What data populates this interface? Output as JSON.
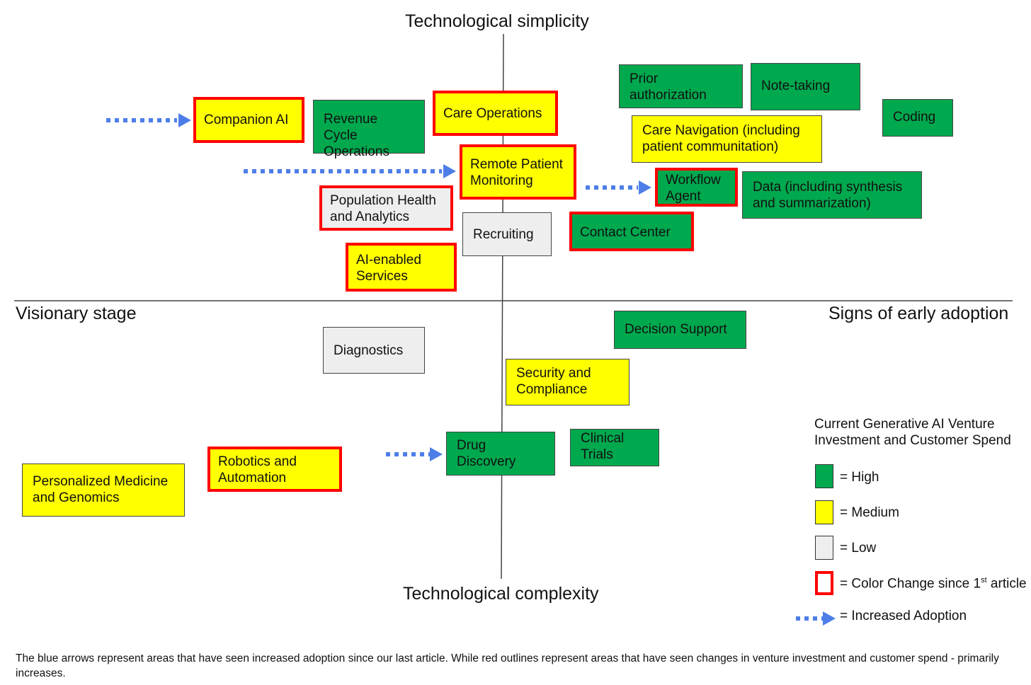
{
  "axes": {
    "top": "Technological simplicity",
    "bottom": "Technological complexity",
    "left": "Visionary stage",
    "right": "Signs of early adoption"
  },
  "colors": {
    "high": "#00a84e",
    "medium": "#ffff00",
    "low": "#eeeeee",
    "changed_outline": "#ff0000",
    "arrow": "#4d7ee8"
  },
  "boxes": [
    {
      "label": "Companion AI",
      "level": "medium",
      "changed": true,
      "arrow": true
    },
    {
      "label": "Revenue Cycle Operations",
      "level": "high",
      "changed": false,
      "arrow": false
    },
    {
      "label": "Care Operations",
      "level": "medium",
      "changed": true,
      "arrow": false
    },
    {
      "label": "Prior authorization",
      "level": "high",
      "changed": false,
      "arrow": false
    },
    {
      "label": "Note-taking",
      "level": "high",
      "changed": false,
      "arrow": false
    },
    {
      "label": "Coding",
      "level": "high",
      "changed": false,
      "arrow": false
    },
    {
      "label": "Care Navigation (including patient communitation)",
      "level": "medium",
      "changed": false,
      "arrow": false
    },
    {
      "label": "Remote Patient Monitoring",
      "level": "medium",
      "changed": true,
      "arrow": true
    },
    {
      "label": "Workflow Agent",
      "level": "high",
      "changed": true,
      "arrow": true
    },
    {
      "label": "Data (including synthesis and summarization)",
      "level": "high",
      "changed": false,
      "arrow": false
    },
    {
      "label": "Population Health and Analytics",
      "level": "low",
      "changed": true,
      "arrow": false
    },
    {
      "label": "Recruiting",
      "level": "low",
      "changed": false,
      "arrow": false
    },
    {
      "label": "Contact Center",
      "level": "high",
      "changed": true,
      "arrow": false
    },
    {
      "label": "AI-enabled Services",
      "level": "medium",
      "changed": true,
      "arrow": false
    },
    {
      "label": "Decision Support",
      "level": "high",
      "changed": false,
      "arrow": false
    },
    {
      "label": "Diagnostics",
      "level": "low",
      "changed": false,
      "arrow": false
    },
    {
      "label": "Security and Compliance",
      "level": "medium",
      "changed": false,
      "arrow": false
    },
    {
      "label": "Drug Discovery",
      "level": "high",
      "changed": false,
      "arrow": true
    },
    {
      "label": "Clinical Trials",
      "level": "high",
      "changed": false,
      "arrow": false
    },
    {
      "label": "Robotics and Automation",
      "level": "medium",
      "changed": true,
      "arrow": false
    },
    {
      "label": "Personalized Medicine and Genomics",
      "level": "medium",
      "changed": false,
      "arrow": false
    }
  ],
  "legend": {
    "title": "Current Generative AI Venture Investment and Customer Spend",
    "high": "= High",
    "medium": "= Medium",
    "low": "= Low",
    "changed": "= Color Change since 1",
    "changed_sup": "st",
    "changed_suffix": " article",
    "arrow": "= Increased Adoption"
  },
  "footnote": "The blue arrows represent areas that have seen increased adoption since our last article. While red outlines represent areas that have seen changes in venture investment and customer spend - primarily increases."
}
